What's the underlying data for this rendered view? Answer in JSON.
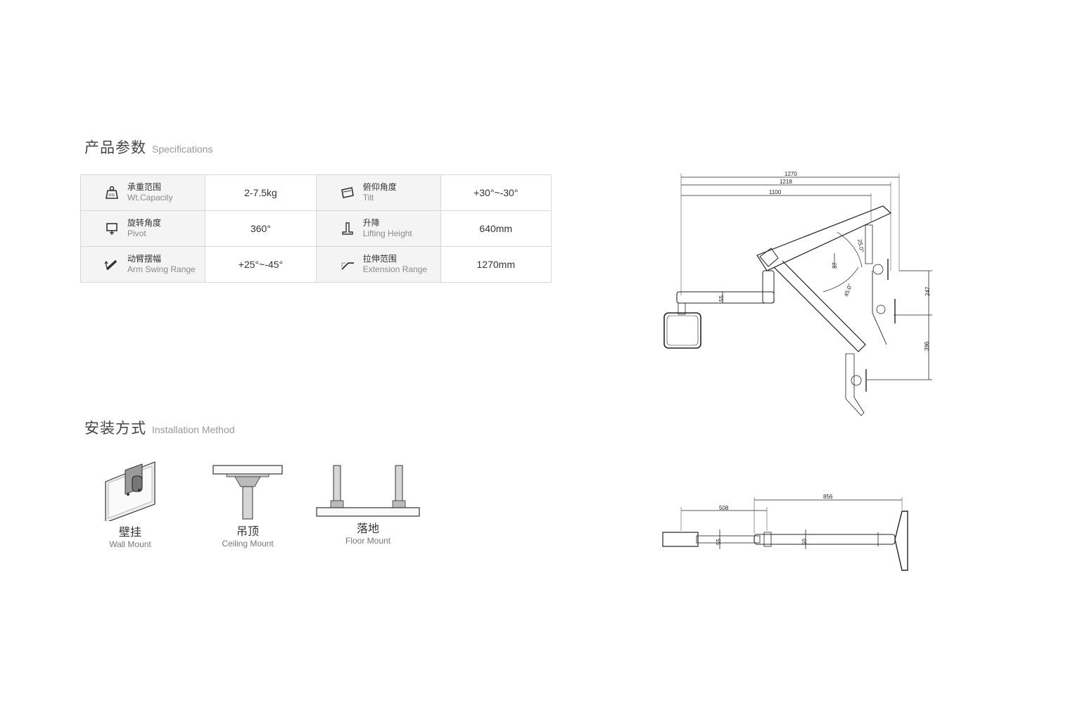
{
  "specifications": {
    "title_zh": "产品参数",
    "title_en": "Specifications",
    "rows": [
      [
        {
          "icon": "weight-icon",
          "label_zh": "承重范围",
          "label_en": "Wt.Capacity",
          "value": "2-7.5kg"
        },
        {
          "icon": "tilt-icon",
          "label_zh": "俯仰角度",
          "label_en": "Tilt",
          "value": "+30°~-30°"
        }
      ],
      [
        {
          "icon": "pivot-icon",
          "label_zh": "旋转角度",
          "label_en": "Pivot",
          "value": "360°"
        },
        {
          "icon": "lift-icon",
          "label_zh": "升降",
          "label_en": "Lifting Height",
          "value": "640mm"
        }
      ],
      [
        {
          "icon": "arm-swing-icon",
          "label_zh": "动臂摆幅",
          "label_en": "Arm Swing Range",
          "value": "+25°~-45°"
        },
        {
          "icon": "extension-icon",
          "label_zh": "拉伸范围",
          "label_en": "Extension Range",
          "value": "1270mm"
        }
      ]
    ]
  },
  "installation": {
    "title_zh": "安装方式",
    "title_en": "Installation Method",
    "methods": [
      {
        "icon": "wall-mount-icon",
        "label_zh": "壁挂",
        "label_en": "Wall Mount"
      },
      {
        "icon": "ceiling-mount-icon",
        "label_zh": "吊顶",
        "label_en": "Ceiling Mount"
      },
      {
        "icon": "floor-mount-icon",
        "label_zh": "落地",
        "label_en": "Floor Mount"
      }
    ]
  },
  "drawing": {
    "side_view_dims": [
      "1270",
      "1218",
      "1100",
      "25.0°",
      "87",
      "45.0°",
      "55",
      "247",
      "396"
    ],
    "top_view_dims": [
      "508",
      "856",
      "55",
      "50"
    ]
  }
}
